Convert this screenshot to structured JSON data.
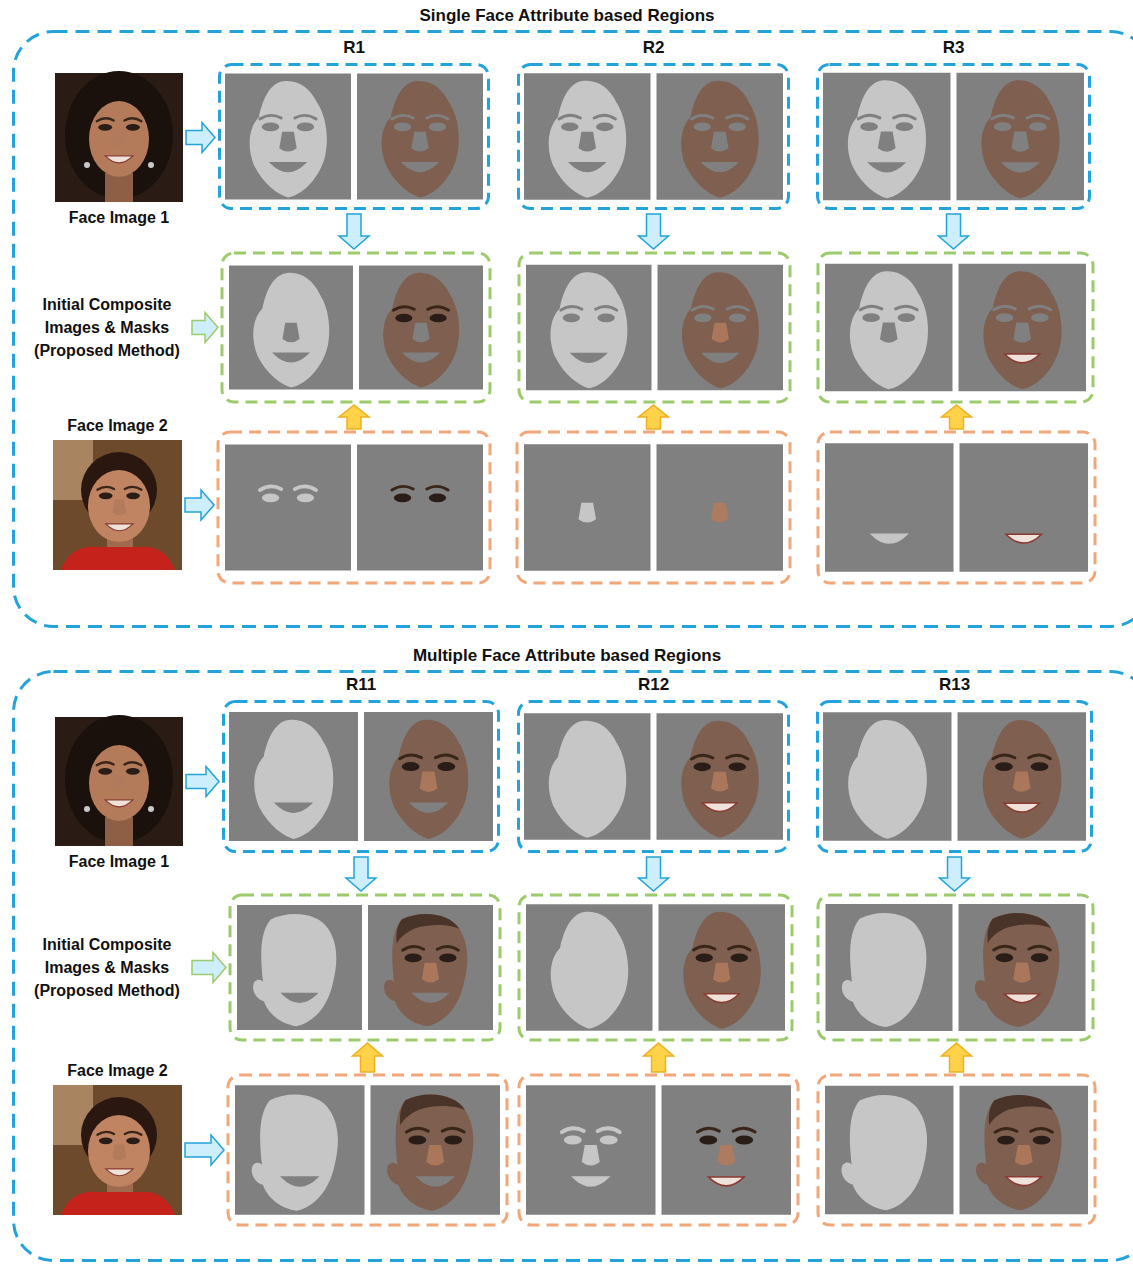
{
  "diagram": {
    "nodes": [
      {
        "text": [
          "Single Face Attribute based Regions"
        ]
      },
      {
        "text": [
          "Face Image 1"
        ],
        "in": 0
      },
      {
        "text": [
          "R1"
        ],
        "in": 0
      },
      {
        "text": [
          "R2"
        ],
        "in": 0
      },
      {
        "text": [
          "R3"
        ],
        "in": 0
      },
      {
        "text": [
          "Face Image 2"
        ],
        "in": 0
      },
      {
        "text": [
          "Multiple Face Attribute based Regions"
        ]
      },
      {
        "text": [
          "Face Image 1"
        ],
        "in": 6
      },
      {
        "text": [
          "R11"
        ],
        "in": 6
      },
      {
        "text": [
          "R12"
        ],
        "in": 6
      },
      {
        "text": [
          "R13"
        ],
        "in": 6
      },
      {
        "text": [
          "Face Image 2"
        ],
        "in": 6
      }
    ],
    "edges": [
      {
        "from": 1,
        "to": 2,
        "arrow": "to"
      },
      {
        "from": 7,
        "to": 8,
        "arrow": "to"
      }
    ],
    "labels": [
      "Initial Composite Images & Masks (Proposed Method)",
      "Initial Composite Images & Masks (Proposed Method)"
    ]
  }
}
